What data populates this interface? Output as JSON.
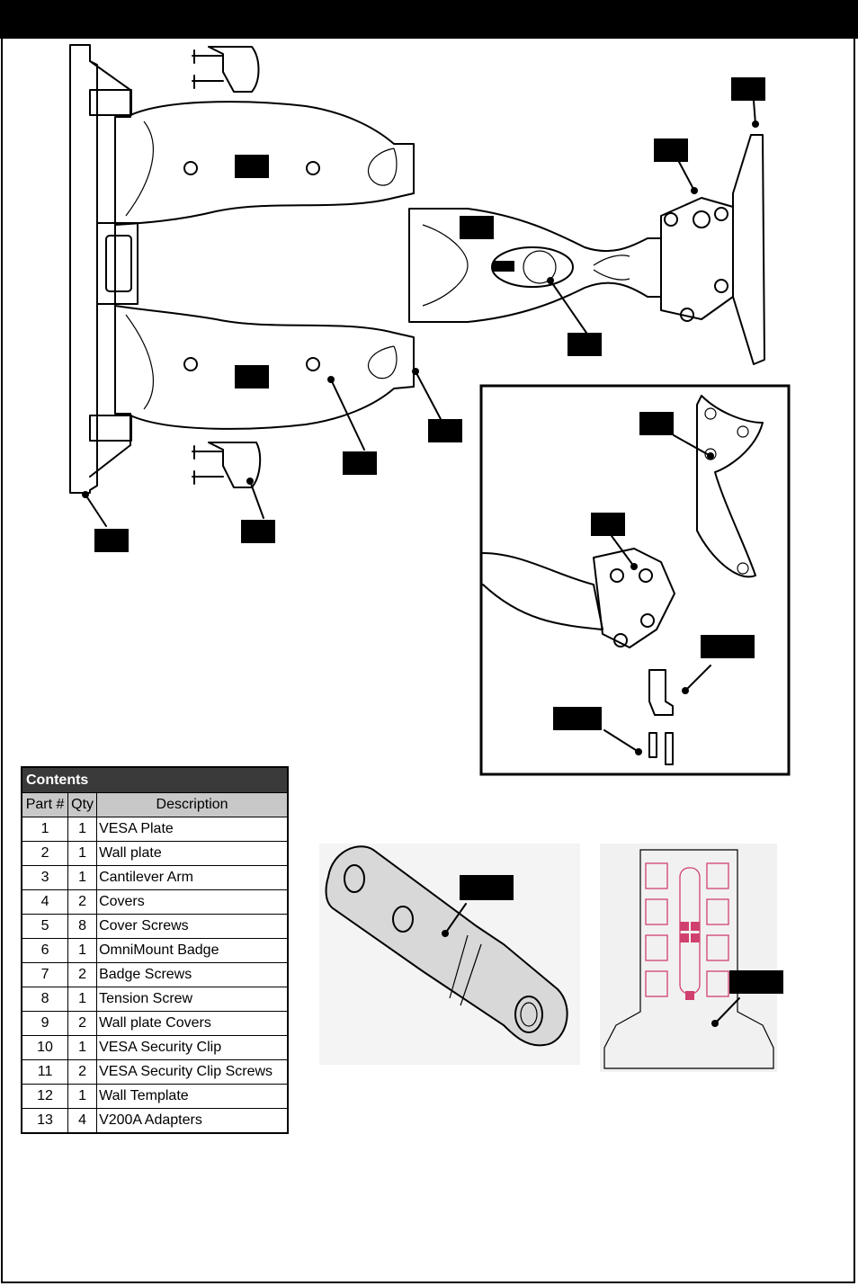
{
  "contents_table": {
    "title": "Contents",
    "columns": [
      "Part #",
      "Qty",
      "Description"
    ],
    "rows": [
      [
        "1",
        "1",
        "VESA Plate"
      ],
      [
        "2",
        "1",
        "Wall plate"
      ],
      [
        "3",
        "1",
        "Cantilever Arm"
      ],
      [
        "4",
        "2",
        "Covers"
      ],
      [
        "5",
        "8",
        "Cover Screws"
      ],
      [
        "6",
        "1",
        "OmniMount Badge"
      ],
      [
        "7",
        "2",
        "Badge Screws"
      ],
      [
        "8",
        "1",
        "Tension Screw"
      ],
      [
        "9",
        "2",
        "Wall plate Covers"
      ],
      [
        "10",
        "1",
        "VESA Security Clip"
      ],
      [
        "11",
        "2",
        "VESA Security Clip Screws"
      ],
      [
        "12",
        "1",
        "Wall Template"
      ],
      [
        "13",
        "4",
        "V200A Adapters"
      ]
    ]
  }
}
